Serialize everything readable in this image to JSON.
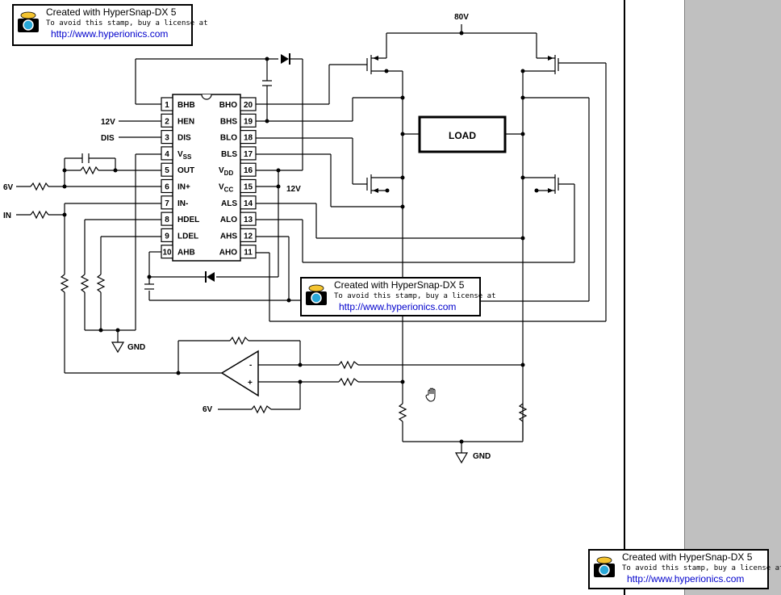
{
  "stamp": {
    "line1": "Created with HyperSnap-DX 5",
    "line2": "To avoid this stamp, buy a license at",
    "link": "http://www.hyperionics.com"
  },
  "chip": {
    "left_pins": [
      {
        "num": "1",
        "label": "BHB"
      },
      {
        "num": "2",
        "label": "HEN"
      },
      {
        "num": "3",
        "label": "DIS"
      },
      {
        "num": "4",
        "label": "V",
        "sub": "SS"
      },
      {
        "num": "5",
        "label": "OUT"
      },
      {
        "num": "6",
        "label": "IN+"
      },
      {
        "num": "7",
        "label": "IN-"
      },
      {
        "num": "8",
        "label": "HDEL"
      },
      {
        "num": "9",
        "label": "LDEL"
      },
      {
        "num": "10",
        "label": "AHB"
      }
    ],
    "right_pins": [
      {
        "num": "20",
        "label": "BHO"
      },
      {
        "num": "19",
        "label": "BHS"
      },
      {
        "num": "18",
        "label": "BLO"
      },
      {
        "num": "17",
        "label": "BLS"
      },
      {
        "num": "16",
        "label": "V",
        "sub": "DD"
      },
      {
        "num": "15",
        "label": "V",
        "sub": "CC"
      },
      {
        "num": "14",
        "label": "ALS"
      },
      {
        "num": "13",
        "label": "ALO"
      },
      {
        "num": "12",
        "label": "AHS"
      },
      {
        "num": "11",
        "label": "AHO"
      }
    ]
  },
  "labels": {
    "v80": "80V",
    "v12_hen": "12V",
    "dis": "DIS",
    "v6_in": "6V",
    "in": "IN",
    "v12_vcc": "12V",
    "gnd_left": "GND",
    "v6_opamp": "6V",
    "gnd_bottom": "GND",
    "load": "LOAD",
    "minus": "-",
    "plus": "+"
  }
}
